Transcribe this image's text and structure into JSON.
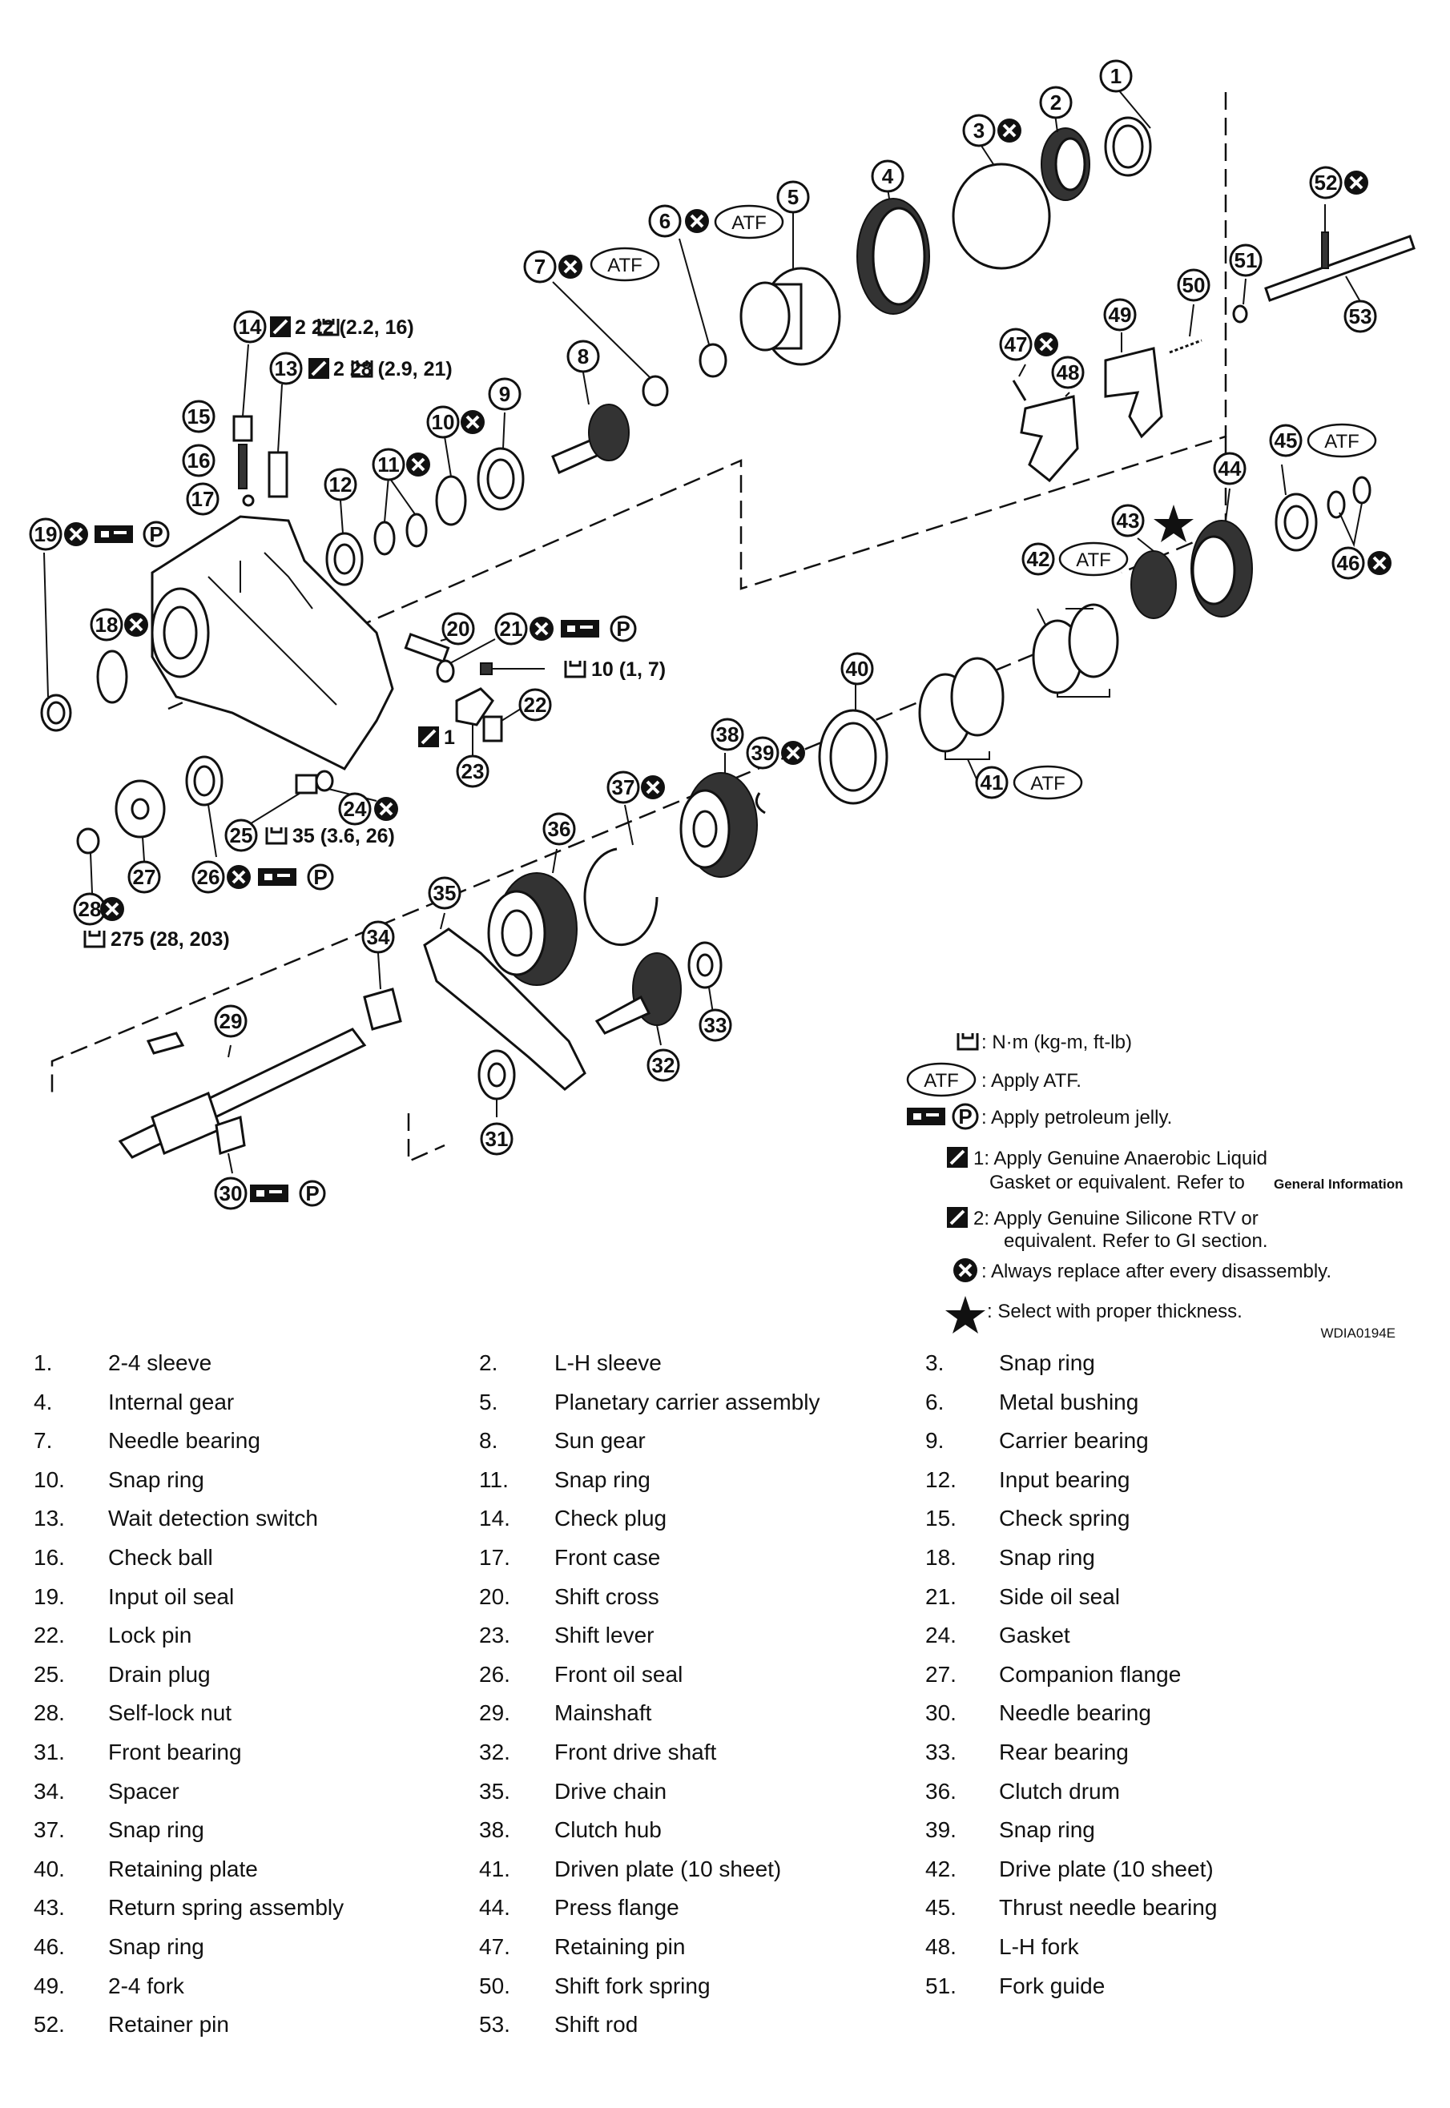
{
  "diagram": {
    "drawing_code": "WDIA0194E",
    "callout_labels": [
      "1",
      "2",
      "3",
      "4",
      "5",
      "6",
      "7",
      "8",
      "9",
      "10",
      "11",
      "12",
      "13",
      "14",
      "15",
      "16",
      "17",
      "18",
      "19",
      "20",
      "21",
      "22",
      "23",
      "24",
      "25",
      "26",
      "27",
      "28",
      "29",
      "30",
      "31",
      "32",
      "33",
      "34",
      "35",
      "36",
      "37",
      "38",
      "39",
      "40",
      "41",
      "42",
      "43",
      "44",
      "45",
      "46",
      "47",
      "48",
      "49",
      "50",
      "51",
      "52",
      "53"
    ],
    "torque_annotations": {
      "t14": "2 22 (2.2, 16)",
      "t13": "2 28 (2.9, 21)",
      "t21": "10 (1, 7)",
      "t25": "35 (3.6, 26)",
      "t28": "275 (28, 203)",
      "t23_sealant": "1"
    },
    "atf_mark": "ATF",
    "p_mark": "P",
    "sealant_level_1": "1",
    "sealant_level_2": "2"
  },
  "legend": {
    "torque": ": N·m (kg-m, ft-lb)",
    "atf": ": Apply ATF.",
    "petroleum": ": Apply petroleum jelly.",
    "sealant1_line1": "1: Apply Genuine Anaerobic Liquid",
    "sealant1_line2": "Gasket or equivalent. Refer to",
    "sealant1_ref": "General Information",
    "sealant2_line1": "2: Apply Genuine Silicone RTV or",
    "sealant2_line2": "equivalent. Refer to GI section.",
    "replace": ": Always replace after every disassembly.",
    "select": ": Select with proper thickness."
  },
  "parts_list": [
    {
      "num": "1.",
      "name": "2-4 sleeve"
    },
    {
      "num": "2.",
      "name": "L-H sleeve"
    },
    {
      "num": "3.",
      "name": "Snap ring"
    },
    {
      "num": "4.",
      "name": "Internal gear"
    },
    {
      "num": "5.",
      "name": "Planetary carrier assembly"
    },
    {
      "num": "6.",
      "name": "Metal bushing"
    },
    {
      "num": "7.",
      "name": "Needle bearing"
    },
    {
      "num": "8.",
      "name": "Sun gear"
    },
    {
      "num": "9.",
      "name": "Carrier bearing"
    },
    {
      "num": "10.",
      "name": "Snap ring"
    },
    {
      "num": "11.",
      "name": "Snap ring"
    },
    {
      "num": "12.",
      "name": "Input bearing"
    },
    {
      "num": "13.",
      "name": "Wait detection switch"
    },
    {
      "num": "14.",
      "name": "Check plug"
    },
    {
      "num": "15.",
      "name": "Check spring"
    },
    {
      "num": "16.",
      "name": "Check ball"
    },
    {
      "num": "17.",
      "name": "Front case"
    },
    {
      "num": "18.",
      "name": "Snap ring"
    },
    {
      "num": "19.",
      "name": "Input oil seal"
    },
    {
      "num": "20.",
      "name": "Shift cross"
    },
    {
      "num": "21.",
      "name": "Side oil seal"
    },
    {
      "num": "22.",
      "name": "Lock pin"
    },
    {
      "num": "23.",
      "name": "Shift lever"
    },
    {
      "num": "24.",
      "name": "Gasket"
    },
    {
      "num": "25.",
      "name": "Drain plug"
    },
    {
      "num": "26.",
      "name": "Front oil seal"
    },
    {
      "num": "27.",
      "name": "Companion flange"
    },
    {
      "num": "28.",
      "name": "Self-lock nut"
    },
    {
      "num": "29.",
      "name": "Mainshaft"
    },
    {
      "num": "30.",
      "name": "Needle bearing"
    },
    {
      "num": "31.",
      "name": "Front bearing"
    },
    {
      "num": "32.",
      "name": "Front drive shaft"
    },
    {
      "num": "33.",
      "name": "Rear bearing"
    },
    {
      "num": "34.",
      "name": "Spacer"
    },
    {
      "num": "35.",
      "name": "Drive chain"
    },
    {
      "num": "36.",
      "name": "Clutch drum"
    },
    {
      "num": "37.",
      "name": "Snap ring"
    },
    {
      "num": "38.",
      "name": "Clutch hub"
    },
    {
      "num": "39.",
      "name": "Snap ring"
    },
    {
      "num": "40.",
      "name": "Retaining plate"
    },
    {
      "num": "41.",
      "name": "Driven plate (10 sheet)"
    },
    {
      "num": "42.",
      "name": "Drive plate (10 sheet)"
    },
    {
      "num": "43.",
      "name": "Return spring assembly"
    },
    {
      "num": "44.",
      "name": "Press flange"
    },
    {
      "num": "45.",
      "name": "Thrust needle bearing"
    },
    {
      "num": "46.",
      "name": "Snap ring"
    },
    {
      "num": "47.",
      "name": "Retaining pin"
    },
    {
      "num": "48.",
      "name": "L-H fork"
    },
    {
      "num": "49.",
      "name": "2-4 fork"
    },
    {
      "num": "50.",
      "name": "Shift fork spring"
    },
    {
      "num": "51.",
      "name": "Fork guide"
    },
    {
      "num": "52.",
      "name": "Retainer pin"
    },
    {
      "num": "53.",
      "name": "Shift rod"
    }
  ]
}
